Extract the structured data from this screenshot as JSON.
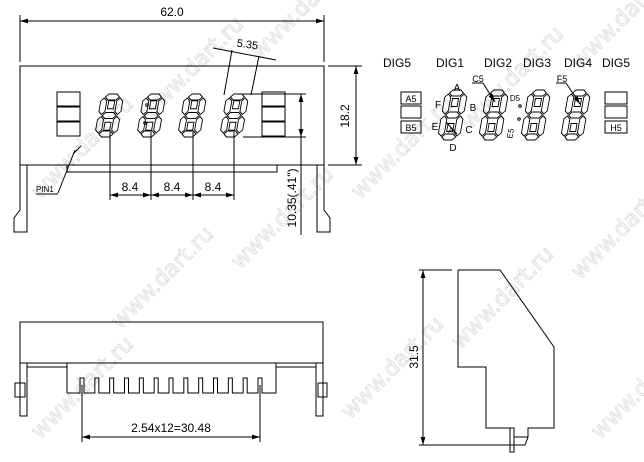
{
  "watermark": "www.dart.ru",
  "front_view": {
    "dim_width": "62.0",
    "dim_height": "18.2",
    "dim_digit_width": "5.35",
    "dim_pitch": [
      "8.4",
      "8.4",
      "8.4"
    ],
    "dim_digit_height": "10.35(.41\")",
    "pin1_label": "PIN1"
  },
  "pinout_view": {
    "digit_labels": [
      "DIG5",
      "DIG1",
      "DIG2",
      "DIG3",
      "DIG4",
      "DIG5"
    ],
    "left_boxes": [
      "A5",
      "",
      "B5"
    ],
    "right_boxes": [
      "",
      "",
      "H5"
    ],
    "segment_labels": {
      "A": "A",
      "B": "B",
      "C": "C",
      "D": "D",
      "E": "E",
      "F": "F"
    },
    "callouts": {
      "C5": "C5",
      "D5": "D5",
      "E5": "E5",
      "F5": "F5"
    }
  },
  "bottom_view": {
    "dim_pins": "2.54x12=30.48",
    "pin_count": 13
  },
  "side_view": {
    "dim_height": "31.5"
  }
}
